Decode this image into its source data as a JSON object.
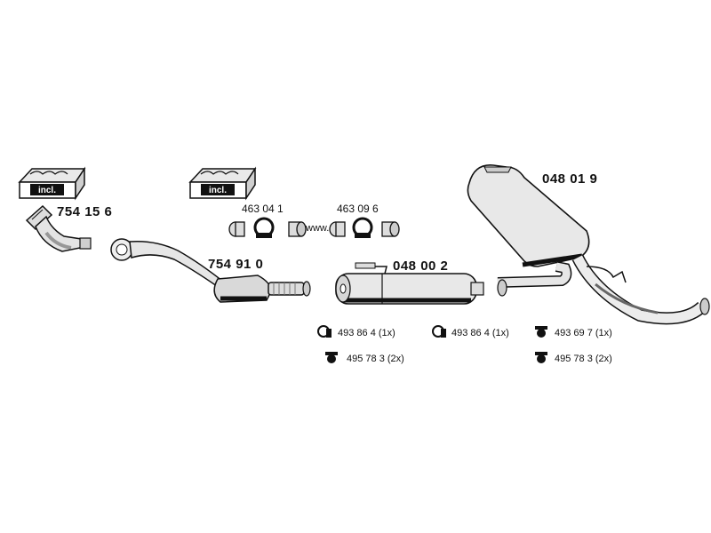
{
  "kits": {
    "kit1": {
      "label": "incl."
    },
    "kit2": {
      "label": "incl."
    }
  },
  "parts": {
    "front_pipe": "754 15 6",
    "catalyst": "754 91 0",
    "middle_silencer": "048 00 2",
    "rear_silencer": "048 01 9"
  },
  "hardware": {
    "clamp_a": "463 04 1",
    "clamp_b": "463 09 6",
    "sep": "www.",
    "mounts": [
      "493 86 4 (1x)",
      "493 86 4 (1x)",
      "493 69 7 (1x)",
      "495 78 3 (2x)",
      "495 78 3 (2x)"
    ]
  },
  "colors": {
    "ink": "#111111",
    "shade": "#8a8a8a",
    "light": "#e6e6e6",
    "mid": "#bdbdbd"
  }
}
